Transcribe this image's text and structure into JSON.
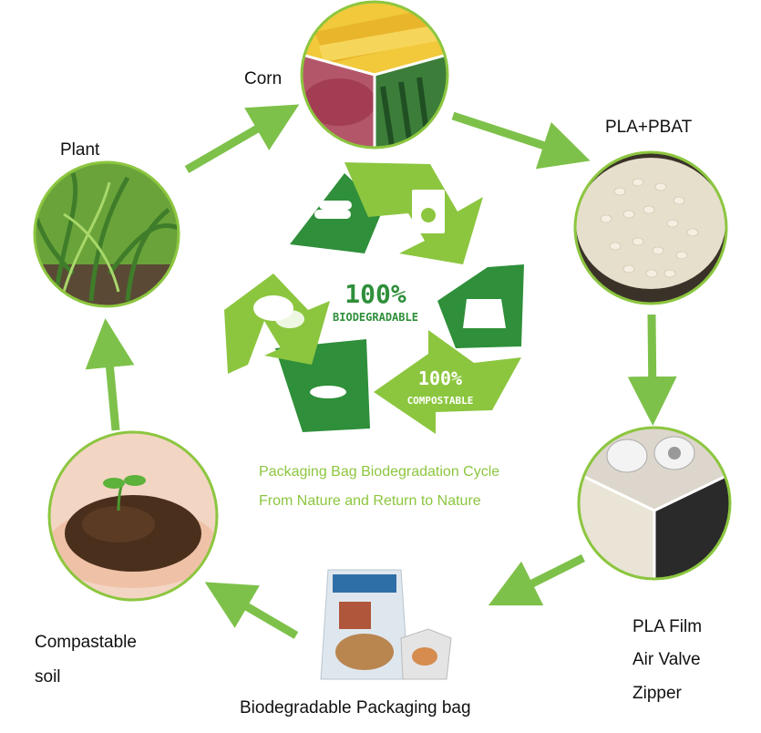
{
  "stages": {
    "corn": "Corn",
    "pla_pbat": "PLA+PBAT",
    "plant": "Plant",
    "film": [
      "PLA Film",
      "Air Valve",
      "Zipper"
    ],
    "bag": "Biodegradable Packaging bag",
    "soil": [
      "Compastable",
      "soil"
    ]
  },
  "recycle_symbol": {
    "top_number": "100%",
    "top_word": "BIODEGRADABLE",
    "bottom_number": "100%",
    "bottom_word": "COMPOSTABLE"
  },
  "caption": {
    "line1": "Packaging Bag Biodegradation Cycle",
    "line2": "From Nature and Return to Nature"
  },
  "colors": {
    "green_light": "#8cc63f",
    "green_dark": "#2f8f3a",
    "arrow": "#7ec14a"
  }
}
